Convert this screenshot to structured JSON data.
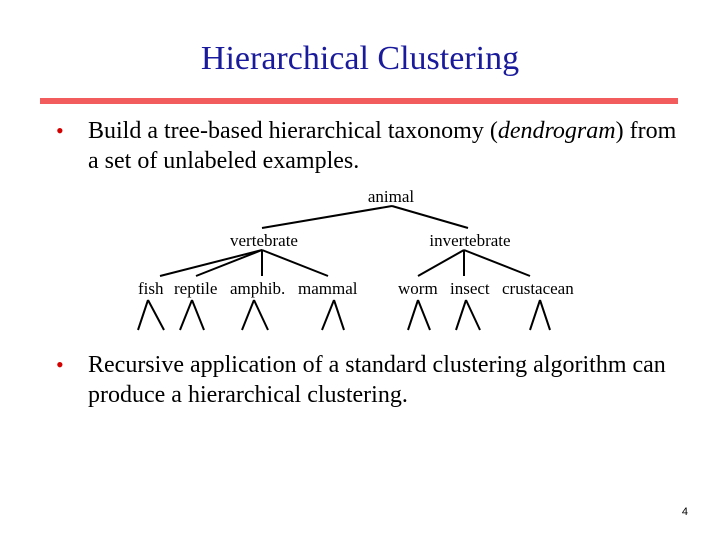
{
  "slide": {
    "title": "Hierarchical Clustering",
    "bullets": {
      "first_pre": "Build a tree-based hierarchical taxonomy (",
      "first_italic": "dendrogram",
      "first_post": ") from a set of unlabeled examples.",
      "second": "Recursive application of a standard clustering algorithm can produce a hierarchical clustering."
    },
    "bullet_glyph": "•",
    "page_number": "4",
    "colors": {
      "title": "#1a1a9c",
      "rule": "#f25c5c",
      "bullet": "#d40000"
    }
  },
  "dendrogram": {
    "root": "animal",
    "level1": [
      "vertebrate",
      "invertebrate"
    ],
    "leaves": [
      "fish",
      "reptile",
      "amphib.",
      "mammal",
      "worm",
      "insect",
      "crustacean"
    ]
  }
}
